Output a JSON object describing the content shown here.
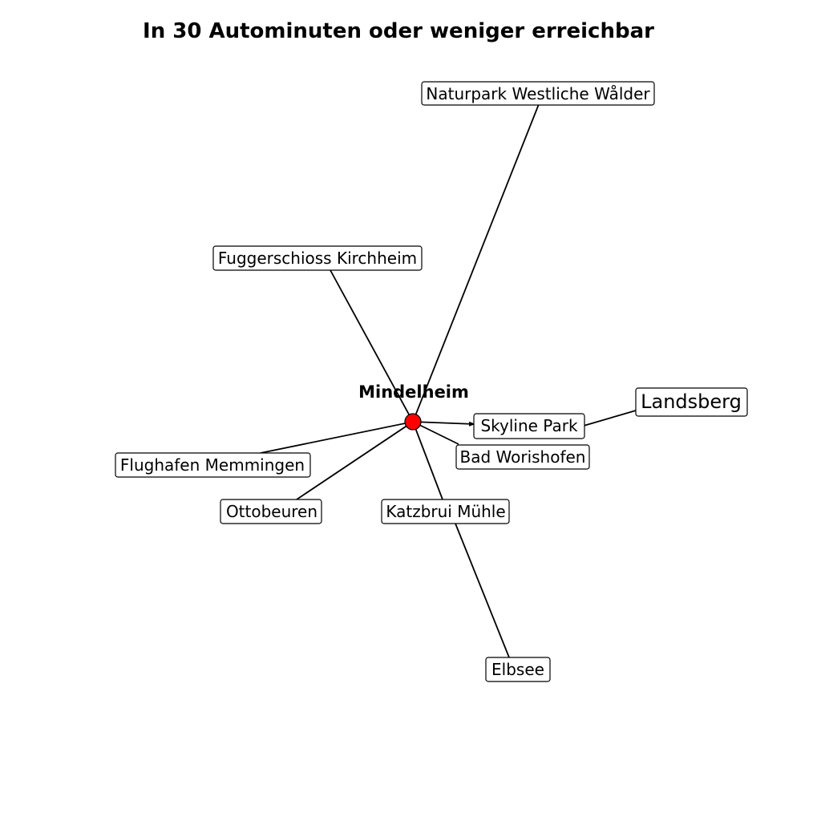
{
  "title": "In 30 Autominuten oder weniger erreichbar",
  "center": {
    "label": "Mindelheim",
    "color": "#ff0000"
  },
  "nodes": [
    {
      "id": "naturpark",
      "label": "Naturpark Westliche Wålder"
    },
    {
      "id": "fuggerschloss",
      "label": "Fuggerschioss Kirchheim"
    },
    {
      "id": "skyline",
      "label": "Skyline Park"
    },
    {
      "id": "landsberg",
      "label": "Landsberg"
    },
    {
      "id": "worishofen",
      "label": "Bad Worishofen"
    },
    {
      "id": "memmingen",
      "label": "Flughafen Memmingen"
    },
    {
      "id": "ottobeuren",
      "label": "Ottobeuren"
    },
    {
      "id": "katzbrui",
      "label": "Katzbrui Mühle"
    },
    {
      "id": "elbsee",
      "label": "Elbsee"
    }
  ],
  "edges": [
    [
      "mindelheim",
      "naturpark"
    ],
    [
      "mindelheim",
      "fuggerschloss"
    ],
    [
      "mindelheim",
      "skyline"
    ],
    [
      "skyline",
      "landsberg"
    ],
    [
      "mindelheim",
      "worishofen"
    ],
    [
      "mindelheim",
      "memmingen"
    ],
    [
      "mindelheim",
      "ottobeuren"
    ],
    [
      "mindelheim",
      "katzbrui"
    ],
    [
      "katzbrui",
      "elbsee"
    ]
  ]
}
